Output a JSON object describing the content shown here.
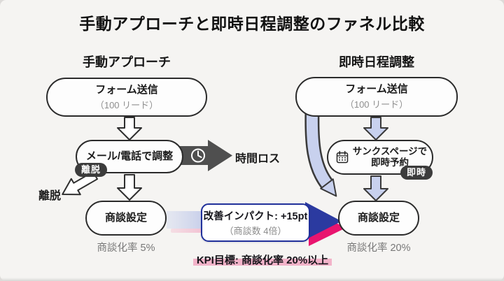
{
  "slide": {
    "title": "手動アプローチと即時日程調整のファネル比較"
  },
  "manual": {
    "header": "手動アプローチ",
    "step_form": {
      "title": "フォーム送信",
      "subtitle": "（100 リード）"
    },
    "step_adjust": {
      "title": "メール/電話で調整"
    },
    "step_meeting": {
      "title": "商談設定"
    },
    "conversion": "商談化率 5%",
    "time_loss_label": "時間ロス",
    "dropout_badge": "離脱",
    "dropout_label": "離脱"
  },
  "instant": {
    "header": "即時日程調整",
    "step_form": {
      "title": "フォーム送信",
      "subtitle": "（100 リード）"
    },
    "step_booking": {
      "line1": "サンクスページで",
      "line2": "即時予約"
    },
    "step_meeting": {
      "title": "商談設定"
    },
    "conversion": "商談化率 20%",
    "instant_badge": "即時"
  },
  "impact": {
    "title": "改善インパクト: +15pt",
    "subtitle": "（商談数 4倍）"
  },
  "kpi": {
    "label": "KPI目標: 商談化率 20%以上"
  },
  "icons": {
    "clock": "clock-icon",
    "calendar": "calendar-icon"
  },
  "colors": {
    "background": "#f5f4f2",
    "box_border": "#2b2b2b",
    "accent_blue": "#2b3aa0",
    "accent_magenta": "#e9156f",
    "arrow_light_blue": "#c8d1ee",
    "dark_arrow": "#4f4f4f",
    "badge_dark": "#3c3c3c",
    "highlight_pink": "#f2b3c9",
    "gray_text": "#8f8f8f"
  }
}
